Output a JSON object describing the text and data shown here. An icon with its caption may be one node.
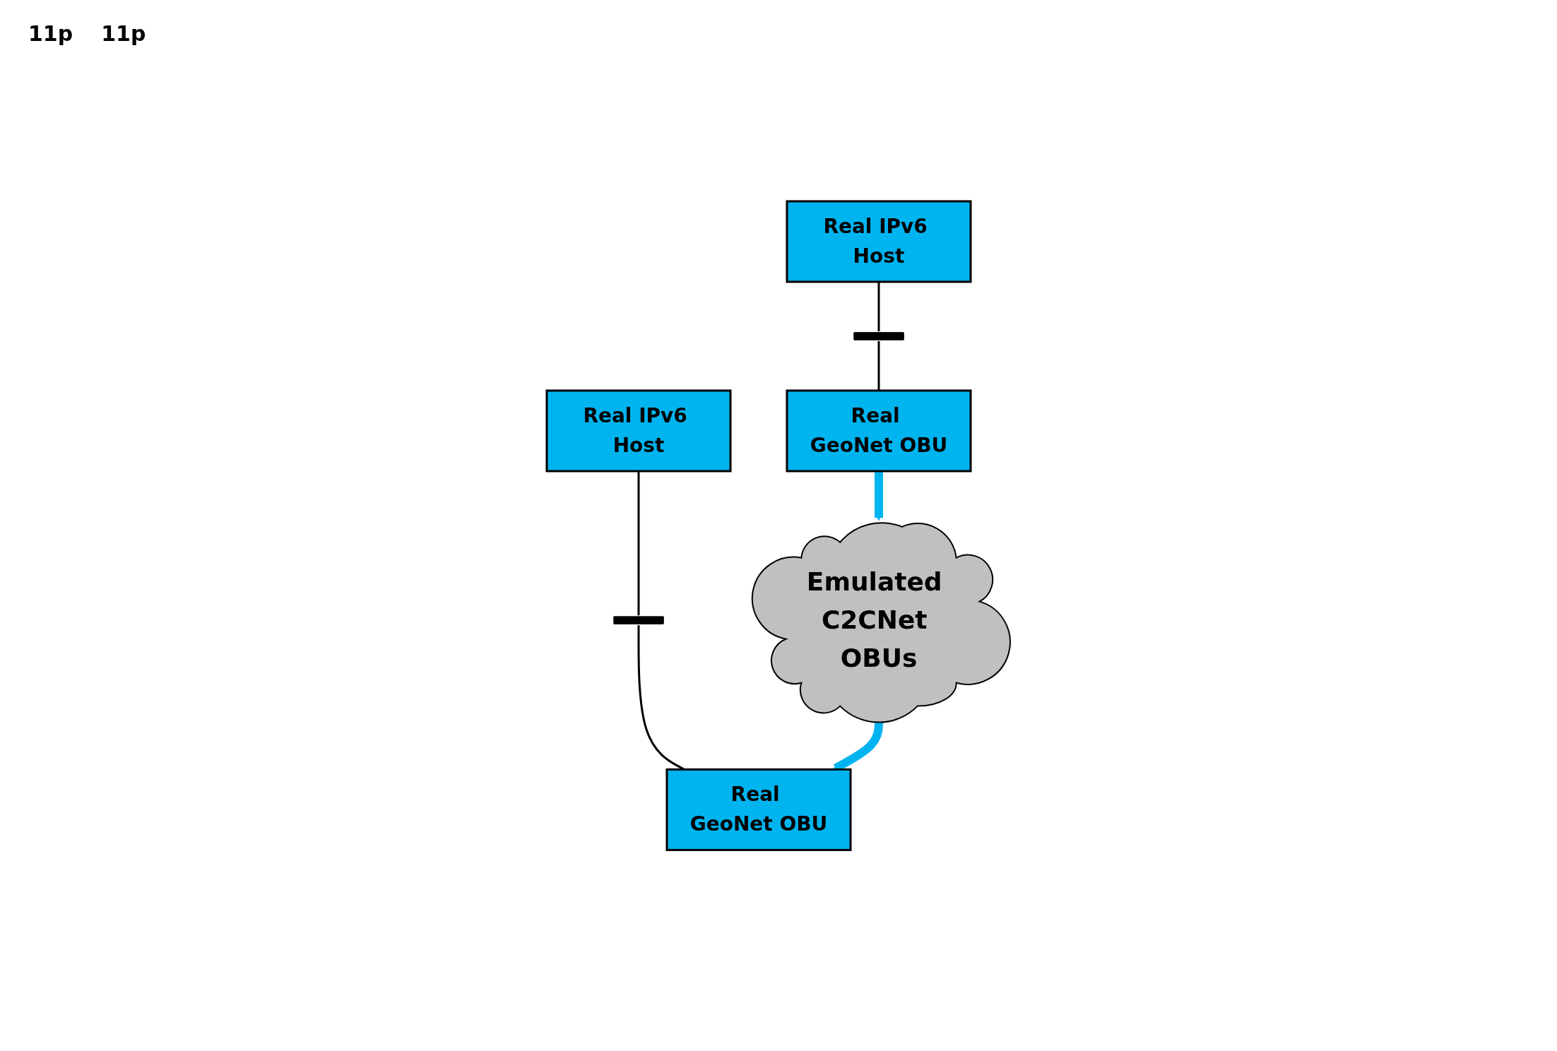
{
  "diagram": {
    "nodes": [
      {
        "text": [
          "Real IPv6 Host"
        ]
      },
      {
        "text": [],
        "shape": "bar"
      },
      {
        "text": [
          "Real GeoNet OBU"
        ]
      },
      {
        "text": [
          "Real IPv6 Host"
        ]
      },
      {
        "text": [],
        "shape": "bar"
      },
      {
        "text": [
          "Real GeoNet OBU"
        ]
      },
      {
        "text": [
          "Emulated C2CNet OBUs"
        ]
      }
    ],
    "edges": [
      {
        "from": 0,
        "to": 1,
        "arrow": "none"
      },
      {
        "from": 1,
        "to": 2,
        "arrow": "none"
      },
      {
        "from": 3,
        "to": 4,
        "arrow": "none"
      },
      {
        "from": 4,
        "to": 5,
        "arrow": "none"
      },
      {
        "from": 6,
        "to": 2,
        "arrow": "to",
        "style": "thick",
        "color": "#00b4f0"
      },
      {
        "from": 5,
        "to": 6,
        "arrow": "to",
        "style": "thick",
        "color": "#00b4f0"
      }
    ],
    "labels": [
      "11p",
      "11p"
    ]
  }
}
